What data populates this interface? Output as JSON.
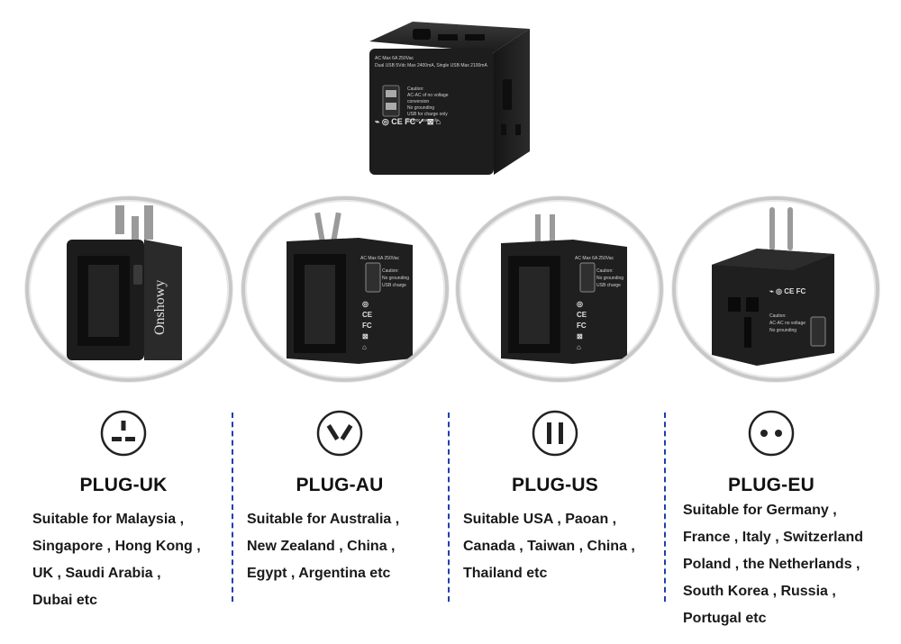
{
  "product": {
    "top_adapter_label": "AC Max 6A 250Vac / Dual USB 5Vdc Max 2400mA, Single USB Max 2100mA / Caution: AC-AC of no voltage conversion / No grounding / USB for charge only / Indoor use only",
    "brand": "Onshowy"
  },
  "plugs": [
    {
      "icon": "uk-socket-icon",
      "title": "PLUG-UK",
      "lines": [
        "Suitable for Malaysia ,",
        "Singapore , Hong Kong ,",
        "UK , Saudi Arabia ,",
        "Dubai etc"
      ]
    },
    {
      "icon": "au-socket-icon",
      "title": "PLUG-AU",
      "lines": [
        "Suitable for Australia ,",
        "New Zealand , China ,",
        "Egypt , Argentina etc"
      ]
    },
    {
      "icon": "us-socket-icon",
      "title": "PLUG-US",
      "lines": [
        "Suitable USA , Paoan ,",
        "Canada , Taiwan , China ,",
        "Thailand etc"
      ]
    },
    {
      "icon": "eu-socket-icon",
      "title": "PLUG-EU",
      "lines": [
        "Suitable for Germany ,",
        "France , Italy , Switzerland",
        "Poland , the Netherlands ,",
        "South Korea , Russia ,",
        "Portugal etc"
      ]
    }
  ],
  "colors": {
    "divider": "#1f3fb0",
    "adapter": "#1e1e1e",
    "circle_border": "#c8c8c8"
  }
}
